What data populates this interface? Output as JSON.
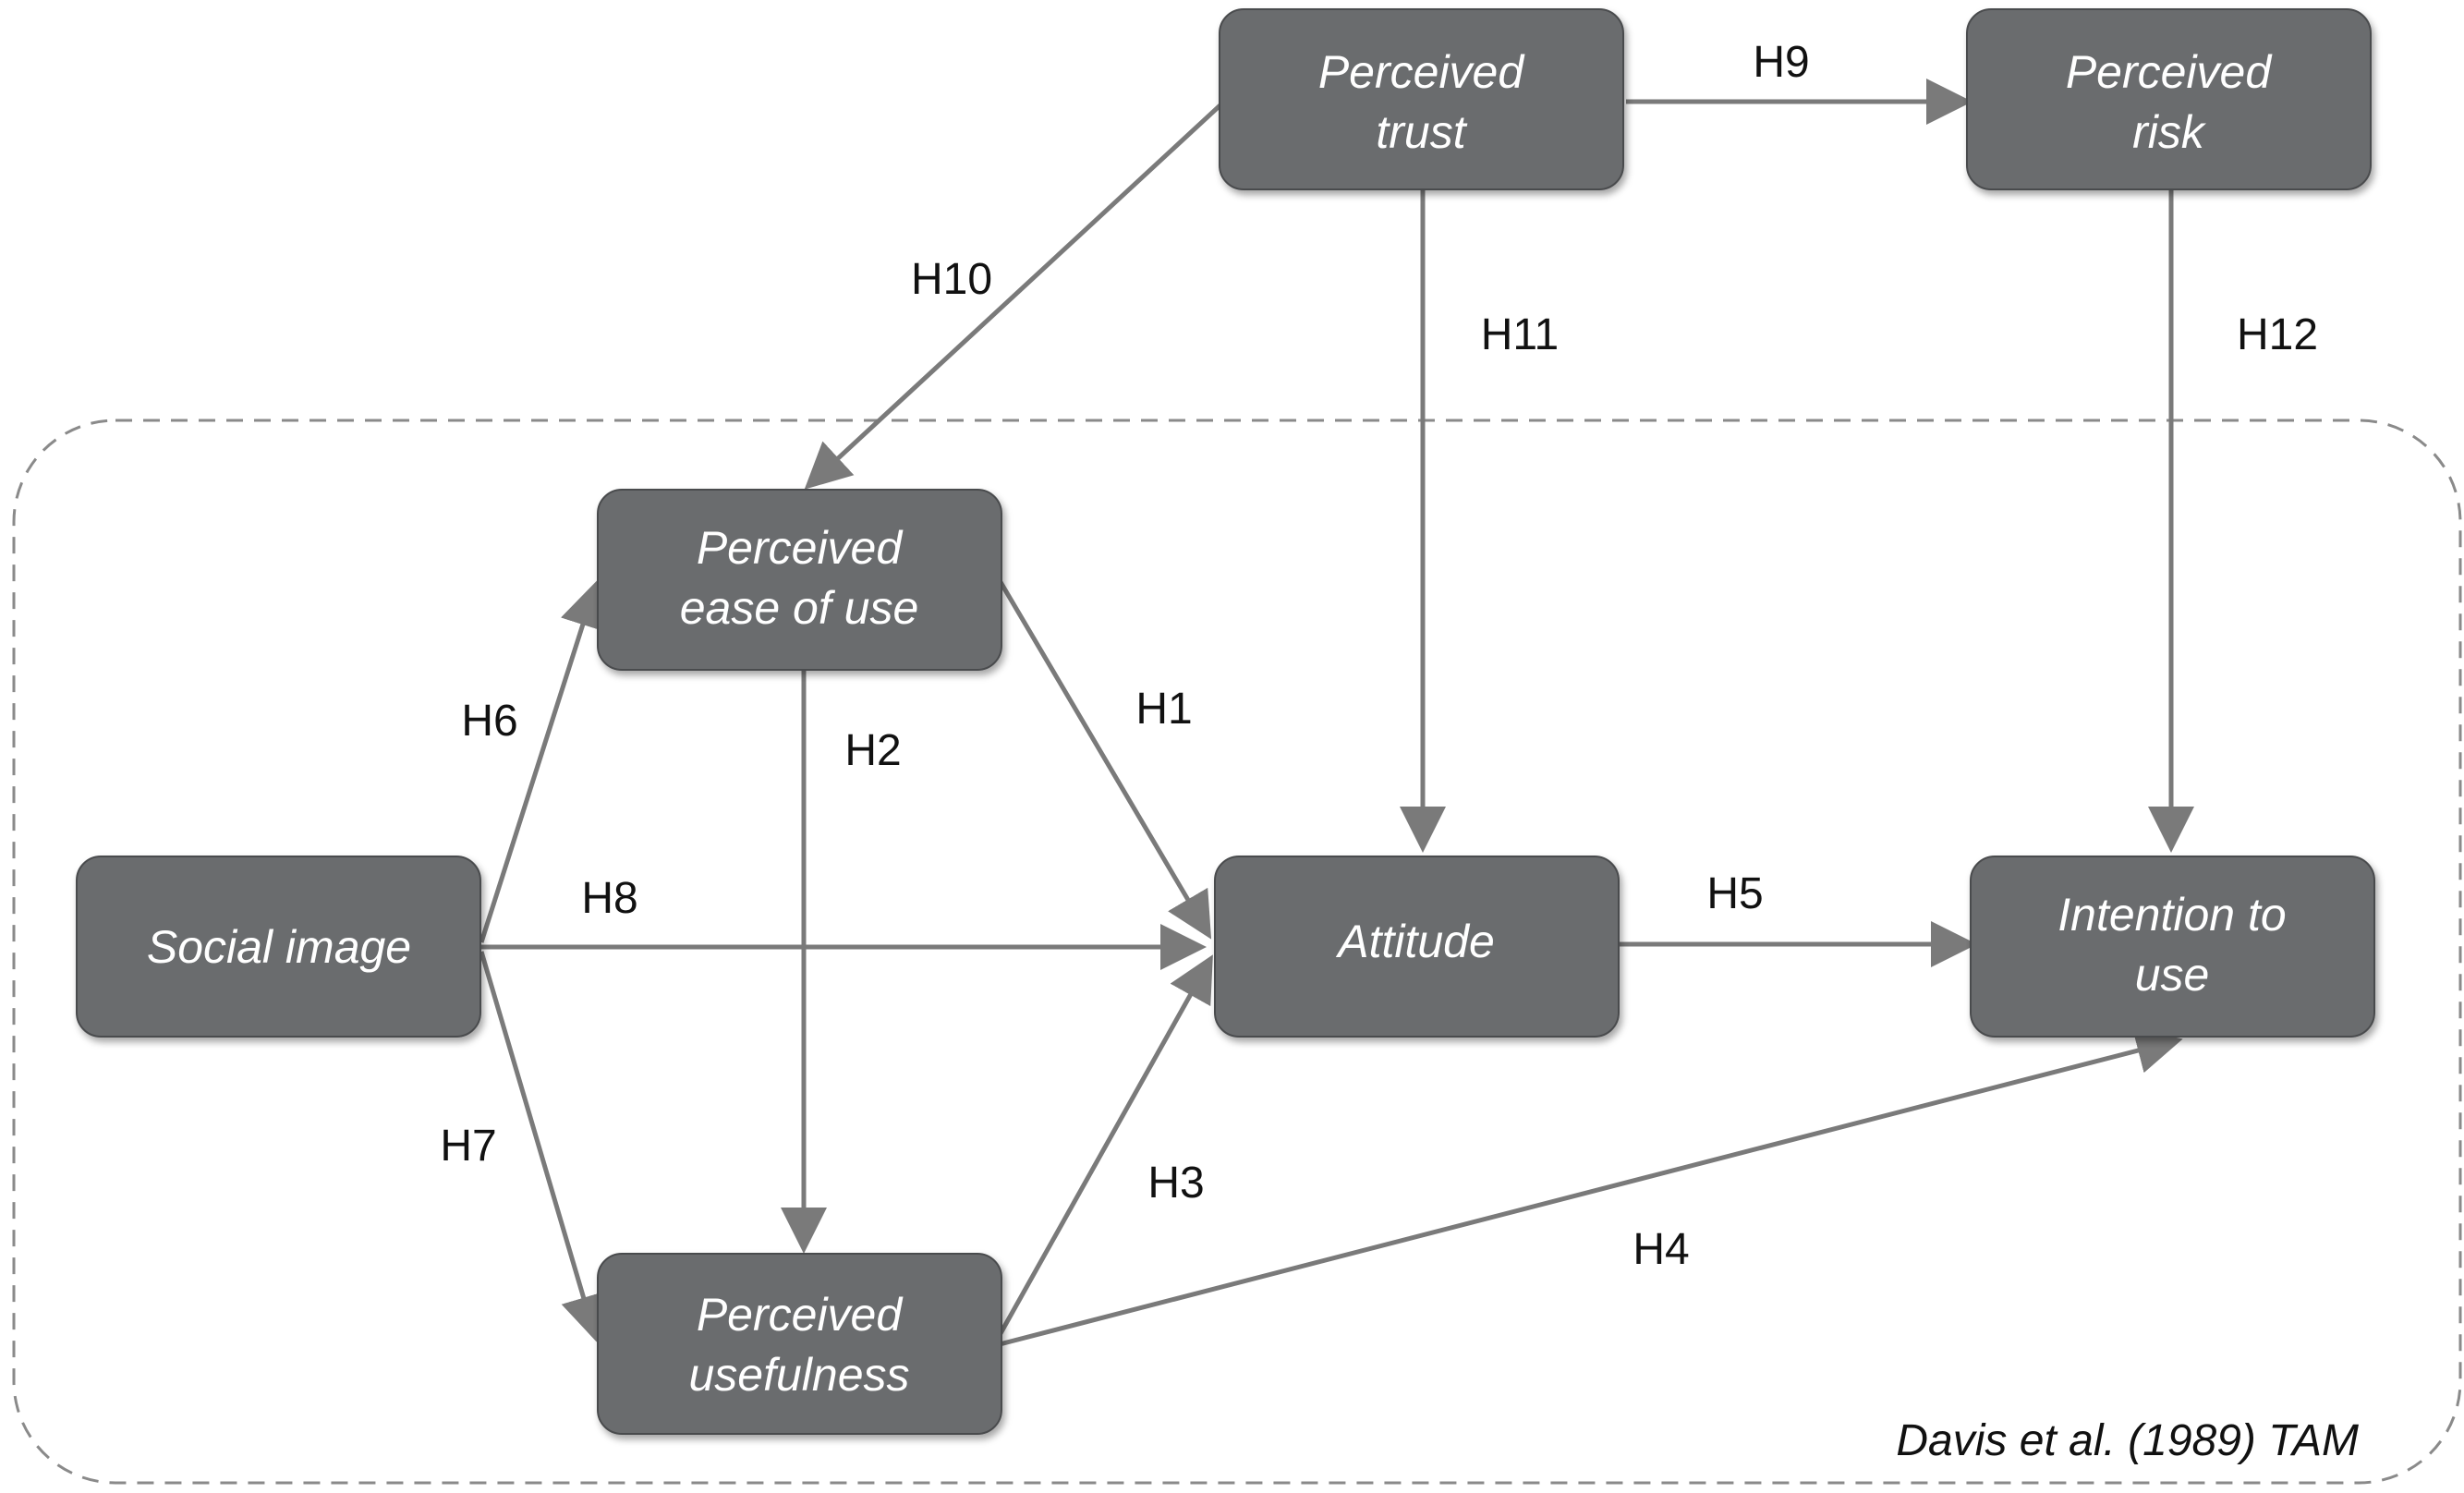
{
  "nodes": {
    "trust": [
      "Perceived",
      "trust"
    ],
    "risk": [
      "Perceived",
      "risk"
    ],
    "ease": [
      "Perceived",
      "ease of use"
    ],
    "social": [
      "Social image"
    ],
    "attitude": [
      "Attitude"
    ],
    "intention": [
      "Intention to",
      "use"
    ],
    "usefulness": [
      "Perceived",
      "usefulness"
    ]
  },
  "edges": [
    {
      "label": "H1",
      "from": "ease",
      "to": "attitude"
    },
    {
      "label": "H2",
      "from": "ease",
      "to": "usefulness"
    },
    {
      "label": "H3",
      "from": "usefulness",
      "to": "attitude"
    },
    {
      "label": "H4",
      "from": "usefulness",
      "to": "intention"
    },
    {
      "label": "H5",
      "from": "attitude",
      "to": "intention"
    },
    {
      "label": "H6",
      "from": "social",
      "to": "ease"
    },
    {
      "label": "H7",
      "from": "social",
      "to": "usefulness"
    },
    {
      "label": "H8",
      "from": "social",
      "to": "attitude"
    },
    {
      "label": "H9",
      "from": "trust",
      "to": "risk"
    },
    {
      "label": "H10",
      "from": "trust",
      "to": "ease"
    },
    {
      "label": "H11",
      "from": "trust",
      "to": "attitude"
    },
    {
      "label": "H12",
      "from": "risk",
      "to": "intention"
    }
  ],
  "boundary_caption": "Davis et al. (1989) TAM",
  "colors": {
    "node_fill": "#6b6c6e",
    "node_text": "#ffffff",
    "edge": "#7a7a7a",
    "boundary": "#8a8a8a"
  }
}
